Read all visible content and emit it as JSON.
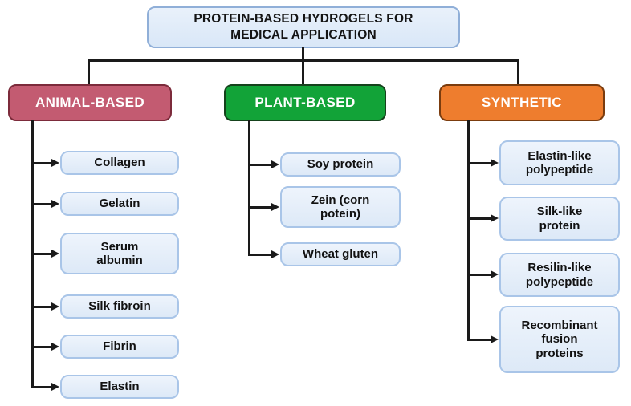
{
  "diagram": {
    "title": "PROTEIN-BASED HYDROGELS FOR\nMEDICAL APPLICATION",
    "columns": [
      {
        "label": "ANIMAL-BASED",
        "fill": "#c35b71",
        "border_color": "#7c2b3b",
        "items": [
          "Collagen",
          "Gelatin",
          "Serum\nalbumin",
          "Silk fibroin",
          "Fibrin",
          "Elastin"
        ]
      },
      {
        "label": "PLANT-BASED",
        "fill": "#12a338",
        "border_color": "#15421c",
        "items": [
          "Soy protein",
          "Zein (corn\npotein)",
          "Wheat gluten"
        ]
      },
      {
        "label": "SYNTHETIC",
        "fill": "#ee7d2e",
        "border_color": "#7b3c0e",
        "items": [
          "Elastin-like\npolypeptide",
          "Silk-like\nprotein",
          "Resilin-like\npolypeptide",
          "Recombinant\nfusion\nproteins"
        ]
      }
    ],
    "node_style": {
      "fill": "#e3edf9",
      "border_color": "#a9c5e8",
      "text_color": "#111111"
    },
    "connector_color": "#1a1a1a",
    "background_color": "#ffffff"
  }
}
